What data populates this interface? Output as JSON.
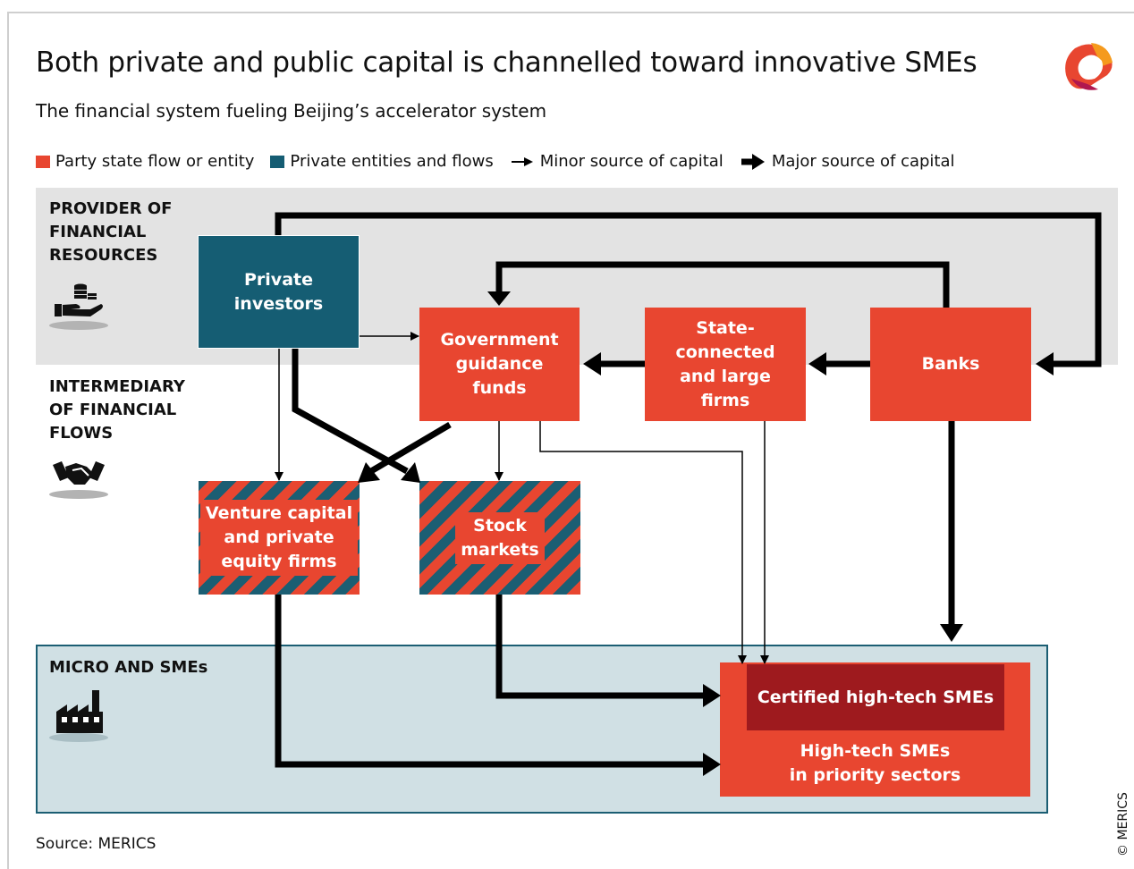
{
  "title": "Both private and public capital is channelled toward innovative SMEs",
  "subtitle": "The financial system fueling Beijing’s accelerator system",
  "legend": {
    "party_state": "Party state flow or entity",
    "private": "Private entities and flows",
    "minor": "Minor source of capital",
    "major": "Major source of capital"
  },
  "zones": {
    "provider": [
      "PROVIDER OF",
      "FINANCIAL",
      "RESOURCES"
    ],
    "intermediary": [
      "INTERMEDIARY",
      "OF FINANCIAL",
      "FLOWS"
    ],
    "sme": "MICRO AND SMEs"
  },
  "nodes": {
    "private_investors": [
      "Private",
      "investors"
    ],
    "government_funds": [
      "Government",
      "guidance",
      "funds"
    ],
    "state_firms": [
      "State-",
      "connected",
      "and large",
      "firms"
    ],
    "banks": "Banks",
    "vc_pe": [
      "Venture capital",
      "and private",
      "equity firms"
    ],
    "stock_markets": [
      "Stock",
      "markets"
    ],
    "certified_smes": "Certified high-tech SMEs",
    "hightech_smes": [
      "High-tech SMEs",
      "in priority sectors"
    ]
  },
  "source": "Source: MERICS",
  "copyright": "© MERICS",
  "colors": {
    "party_state": "#e84630",
    "private": "#155d73",
    "certified": "#9e1a1e",
    "provider_band": "#e3e3e3",
    "sme_band": "#d0e0e4"
  },
  "icons": {
    "provider": "hand-coins-icon",
    "intermediary": "handshake-icon",
    "sme": "factory-icon",
    "brand": "merics-logo-icon"
  }
}
